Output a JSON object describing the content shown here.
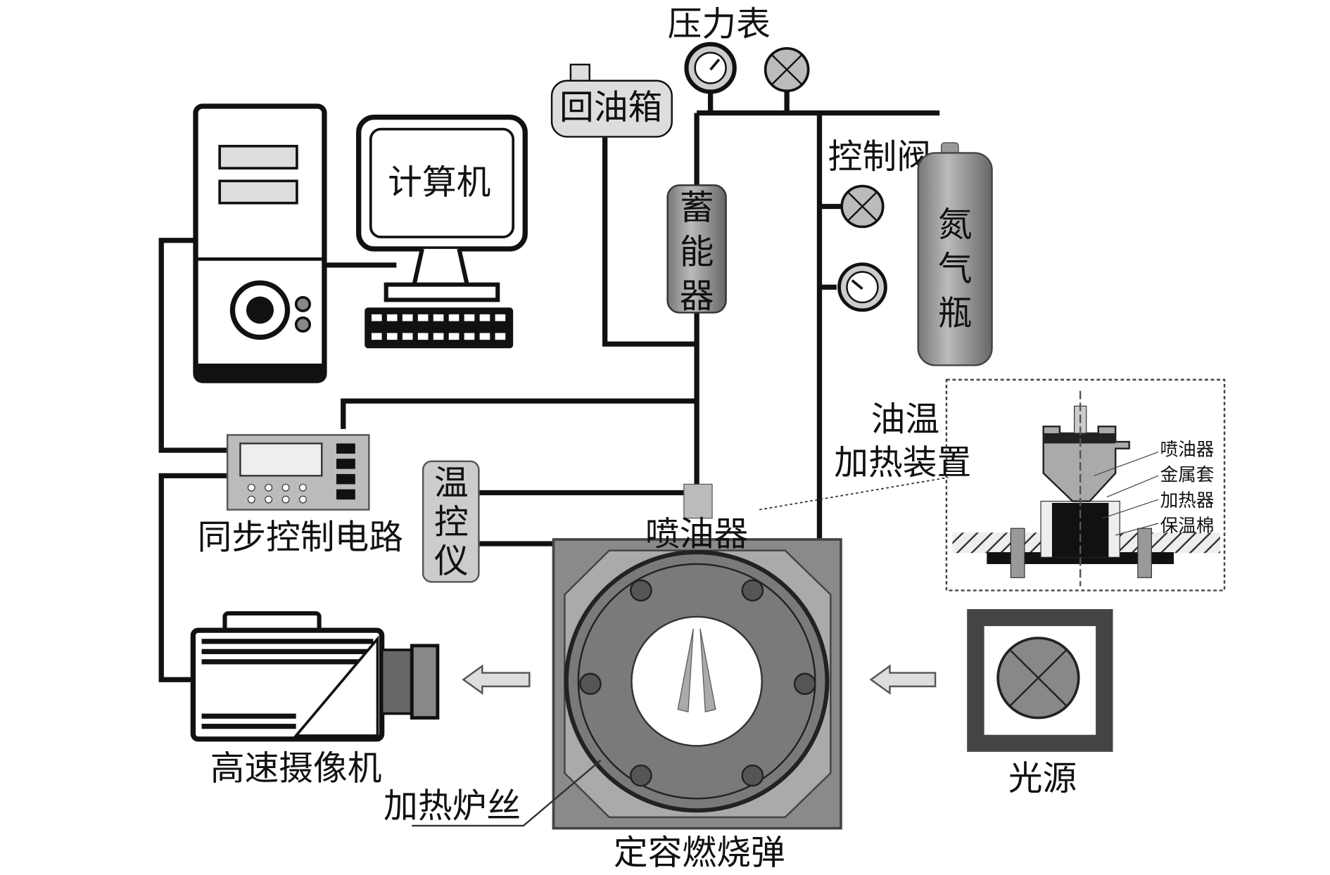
{
  "labels": {
    "pressure_gauge": "压力表",
    "return_tank": "回油箱",
    "computer": "计算机",
    "control_valve": "控制阀",
    "accumulator": [
      "蓄",
      "能",
      "器"
    ],
    "nitrogen_bottle": [
      "氮",
      "气",
      "瓶"
    ],
    "oil_heater": [
      "油温",
      "加热装置"
    ],
    "sync_circuit": "同步控制电路",
    "temp_controller": [
      "温",
      "控",
      "仪"
    ],
    "injector": "喷油器",
    "high_speed_camera": "高速摄像机",
    "heating_wire": "加热炉丝",
    "chamber": "定容燃烧弹",
    "light_source": "光源"
  },
  "inset": {
    "labels": [
      "喷油器",
      "金属套",
      "加热器",
      "保温棉"
    ]
  }
}
